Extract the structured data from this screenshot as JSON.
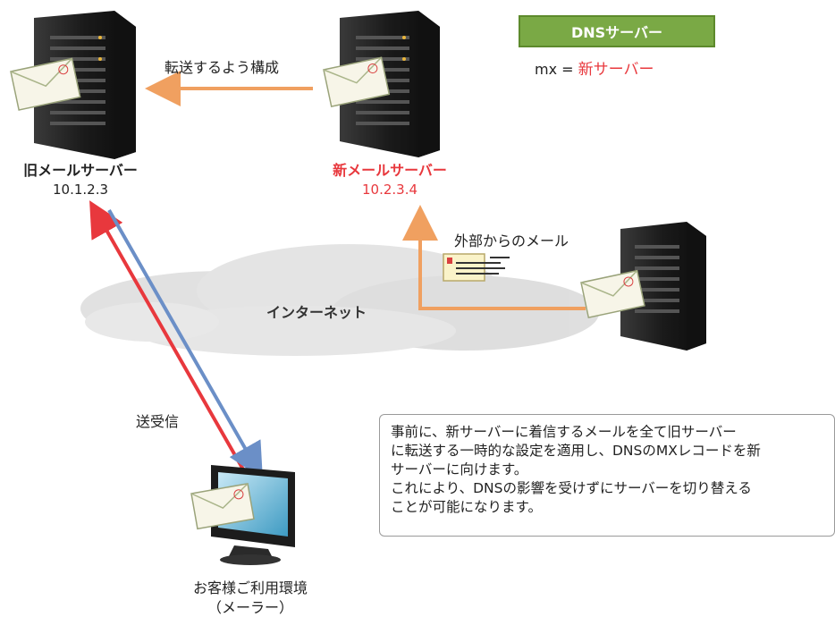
{
  "dns": {
    "title": "DNSサーバー",
    "record_prefix": "mx = ",
    "record_value": "新サーバー"
  },
  "old_server": {
    "name": "旧メールサーバー",
    "ip": "10.1.2.3"
  },
  "new_server": {
    "name": "新メールサーバー",
    "ip": "10.2.3.4"
  },
  "arrows": {
    "forward": "転送するよう構成",
    "external_mail": "外部からのメール",
    "send_receive": "送受信"
  },
  "internet_label": "インターネット",
  "client": {
    "line1": "お客様ご利用環境",
    "line2": "（メーラー）"
  },
  "note": {
    "lines": [
      "事前に、新サーバーに着信するメールを全て旧サーバー",
      "に転送する一時的な設定を適用し、DNSのMXレコードを新",
      "サーバーに向けます。",
      "これにより、DNSの影響を受けずにサーバーを切り替える",
      "ことが可能になります。"
    ]
  },
  "colors": {
    "forward_arrow": "#f0a060",
    "red_arrow": "#e8383d",
    "blue_arrow": "#6b8fc7",
    "dns_box": "#7aa945"
  }
}
